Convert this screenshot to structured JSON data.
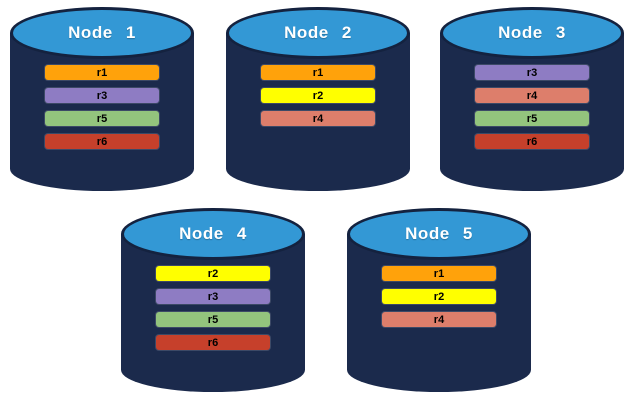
{
  "colors": {
    "background": "#FFFFFF",
    "cylinder_body": "#1B2A4C",
    "cylinder_top": "#3398D5",
    "cylinder_outline": "#14223F",
    "title_text": "#FFFFFF",
    "bar_text": "#000000",
    "replica_colors": {
      "r1": "#FFA20B",
      "r2": "#FFFF00",
      "r3": "#8E7CC3",
      "r4": "#DD7E6B",
      "r5": "#93C47D",
      "r6": "#C6402B"
    }
  },
  "nodes": [
    {
      "label": "Node 1",
      "replicas": [
        "r1",
        "r3",
        "r5",
        "r6"
      ]
    },
    {
      "label": "Node 2",
      "replicas": [
        "r1",
        "r2",
        "r4"
      ]
    },
    {
      "label": "Node 3",
      "replicas": [
        "r3",
        "r4",
        "r5",
        "r6"
      ]
    },
    {
      "label": "Node 4",
      "replicas": [
        "r2",
        "r3",
        "r5",
        "r6"
      ]
    },
    {
      "label": "Node 5",
      "replicas": [
        "r1",
        "r2",
        "r4"
      ]
    }
  ]
}
